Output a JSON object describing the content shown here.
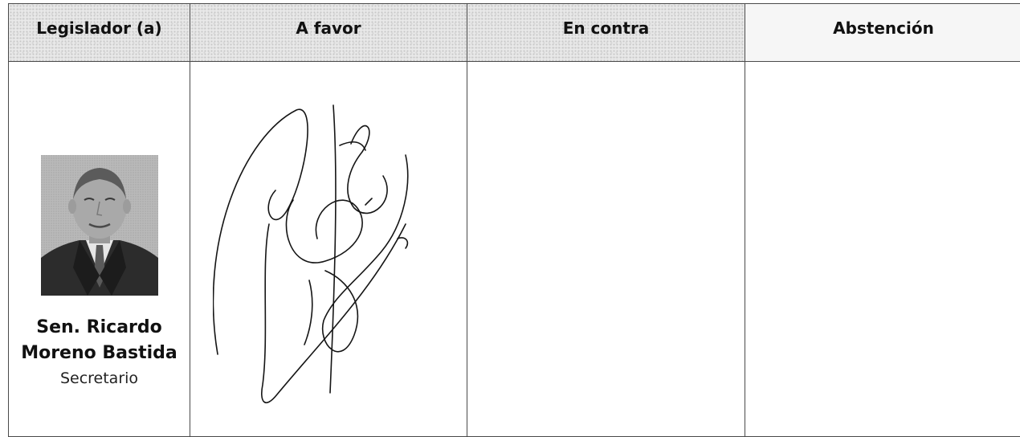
{
  "table": {
    "headers": {
      "legislator": "Legislador (a)",
      "favor": "A favor",
      "contra": "En contra",
      "abstencion": "Abstención"
    },
    "rows": [
      {
        "name": "Sen. Ricardo Moreno Bastida",
        "role": "Secretario",
        "vote": "A favor"
      }
    ]
  }
}
